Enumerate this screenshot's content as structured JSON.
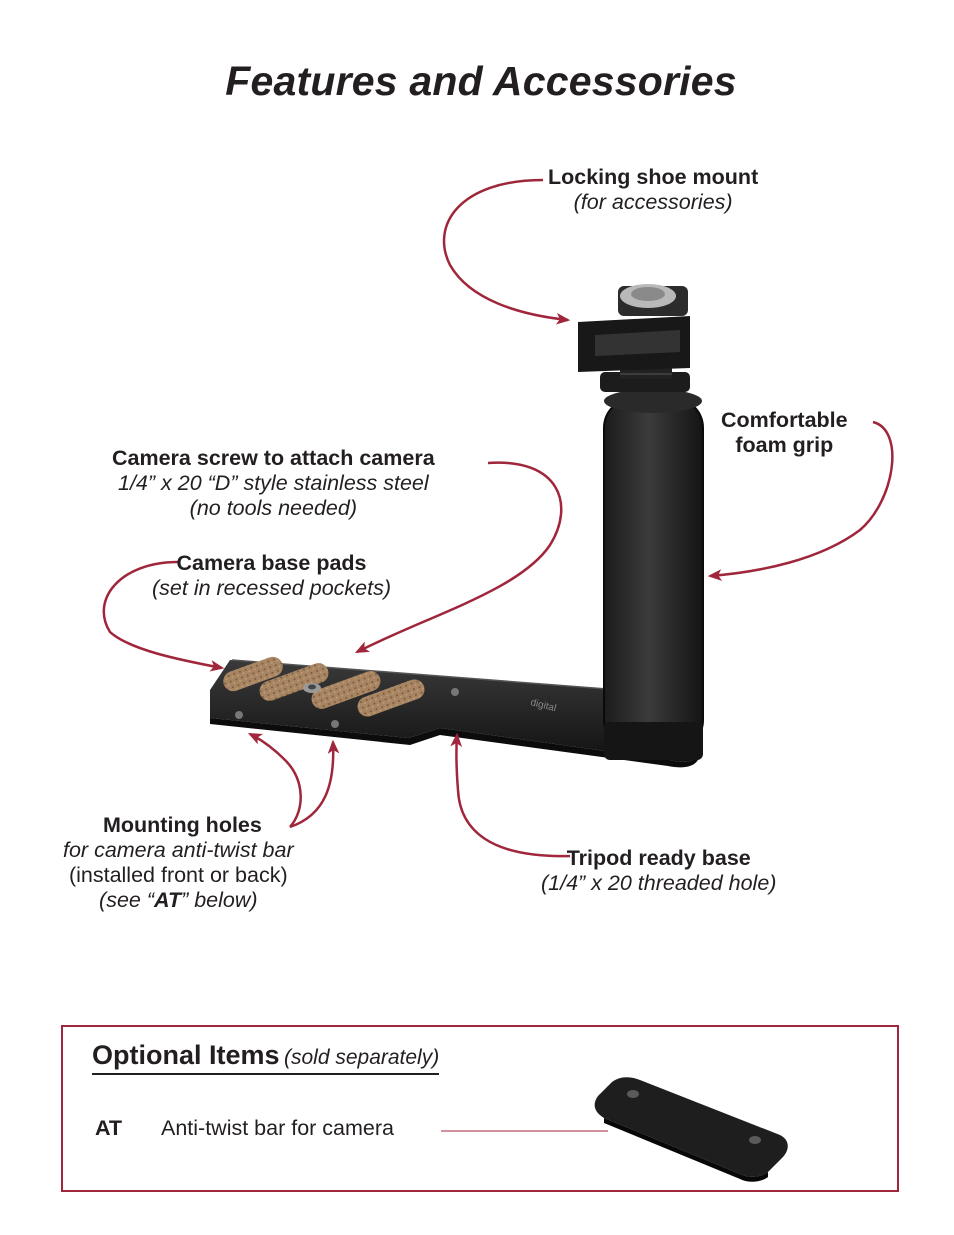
{
  "page": {
    "title": "Features and Accessories"
  },
  "callouts": {
    "shoe_mount": {
      "title": "Locking shoe mount",
      "note": "(for accessories)"
    },
    "foam_grip": {
      "line1": "Comfortable",
      "line2": "foam grip"
    },
    "camera_screw": {
      "title": "Camera screw to attach camera",
      "note1": "1/4” x 20 “D” style stainless steel",
      "note2": "(no tools needed)"
    },
    "base_pads": {
      "title": "Camera base pads",
      "note": "(set in recessed pockets)"
    },
    "mounting_holes": {
      "title": "Mounting holes",
      "note1": "for camera anti-twist bar",
      "note2": "(installed front or back)",
      "note3_pre": "(see “",
      "note3_code": "AT",
      "note3_post": "” below)"
    },
    "tripod_base": {
      "title": "Tripod ready base",
      "note": "(1/4” x 20 threaded hole)"
    }
  },
  "optional": {
    "heading": "Optional Items",
    "sub": "(sold separately)",
    "items": [
      {
        "code": "AT",
        "description": "Anti-twist bar for camera"
      }
    ]
  },
  "colors": {
    "accent": "#a0263b",
    "text": "#231f20"
  }
}
